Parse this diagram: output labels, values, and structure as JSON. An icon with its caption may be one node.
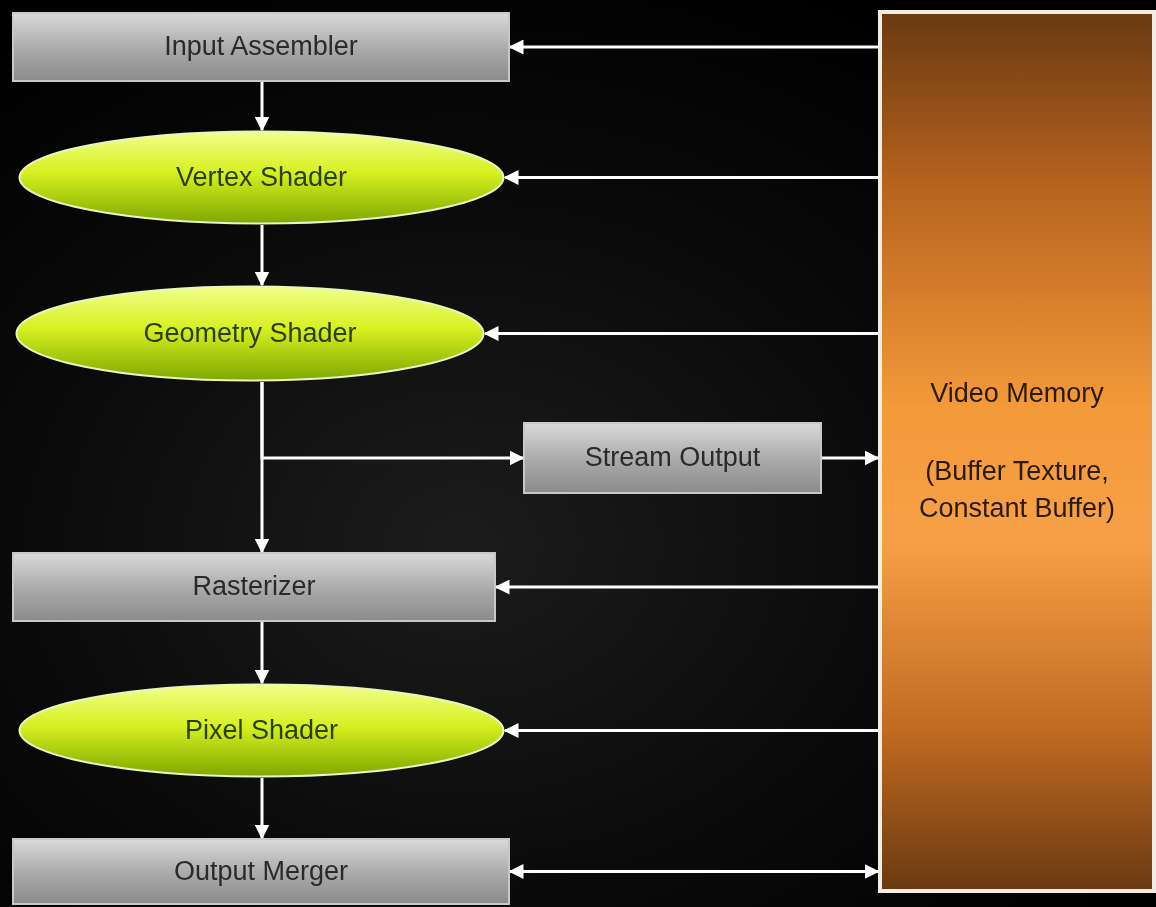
{
  "diagram": {
    "nodes": [
      {
        "text": [
          "Input Assembler"
        ]
      },
      {
        "text": [
          "Vertex Shader"
        ]
      },
      {
        "text": [
          "Geometry Shader"
        ]
      },
      {
        "text": [
          "Stream Output"
        ]
      },
      {
        "text": [
          "Rasterizer"
        ]
      },
      {
        "text": [
          "Pixel Shader"
        ]
      },
      {
        "text": [
          "Output Merger"
        ]
      },
      {
        "text": [
          "Video Memory",
          "(Buffer Texture, Constant Buffer)"
        ]
      }
    ],
    "edges": [
      {
        "from": 0,
        "to": 1,
        "arrow": "to"
      },
      {
        "from": 1,
        "to": 2,
        "arrow": "to"
      },
      {
        "from": 2,
        "to": 4,
        "arrow": "to"
      },
      {
        "from": 2,
        "to": 3,
        "arrow": "to"
      },
      {
        "from": 3,
        "to": 7,
        "arrow": "to"
      },
      {
        "from": 7,
        "to": 0,
        "arrow": "to"
      },
      {
        "from": 7,
        "to": 1,
        "arrow": "to"
      },
      {
        "from": 7,
        "to": 2,
        "arrow": "to"
      },
      {
        "from": 7,
        "to": 4,
        "arrow": "to"
      },
      {
        "from": 4,
        "to": 5,
        "arrow": "to"
      },
      {
        "from": 7,
        "to": 5,
        "arrow": "to"
      },
      {
        "from": 5,
        "to": 6,
        "arrow": "to"
      },
      {
        "from": 6,
        "to": 7,
        "arrow": "both"
      }
    ]
  }
}
